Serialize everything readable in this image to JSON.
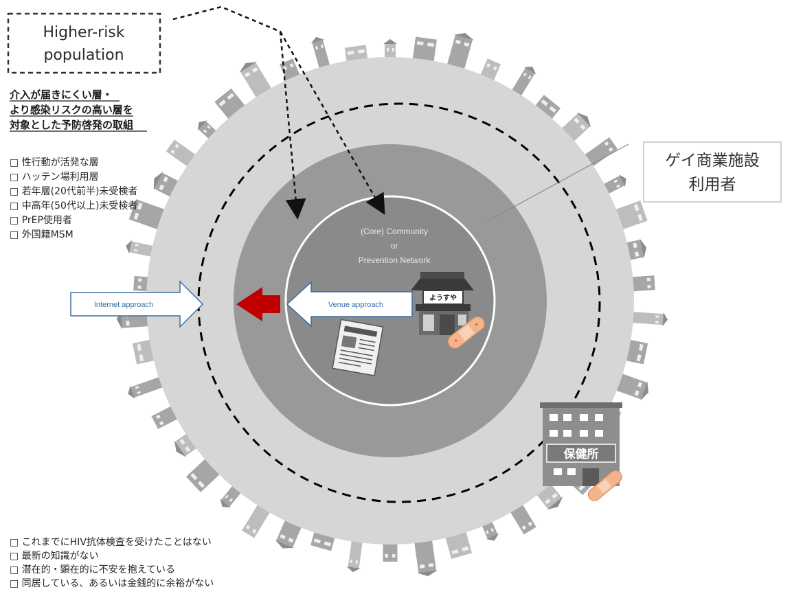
{
  "higher_risk_box": {
    "line1": "Higher-risk",
    "line2": "population"
  },
  "target_heading": {
    "line1": "介入が届きにくい層・",
    "line2": "より感染リスクの高い層を",
    "line3": "対象とした予防啓発の取組"
  },
  "target_list": [
    "性行動が活発な層",
    "ハッテン場利用層",
    "若年層(20代前半)未受検者",
    "中高年(50代以上)未受検者",
    "PrEP使用者",
    "外国籍MSM"
  ],
  "gay_venue_label": {
    "line1": "ゲイ商業施設",
    "line2": "利用者"
  },
  "core": {
    "line1": "(Core) Community",
    "line2": "or",
    "line3": "Prevention Network"
  },
  "arrows": {
    "internet": "Internet approach",
    "venue": "Venue approach"
  },
  "shop_sign": "ようすや",
  "clinic_sign": "保健所",
  "bottom_list": [
    "これまでにHIV抗体検査を受けたことはない",
    "最新の知識がない",
    "潜在的・顕在的に不安を抱えている",
    "同居している、あるいは金銭的に余裕がない"
  ],
  "checkbox_glyph": "□",
  "colors": {
    "outer_ring": "#d6d6d6",
    "middle_disc": "#999999",
    "core_disc": "#8a8a8a",
    "core_outline": "#ffffff",
    "dashed_circle": "#000000",
    "red_arrow": "#c00000",
    "approach_arrow_border": "#3a6ea5",
    "building_gray": "#9e9e9e",
    "bandage": "#f3b48a"
  }
}
